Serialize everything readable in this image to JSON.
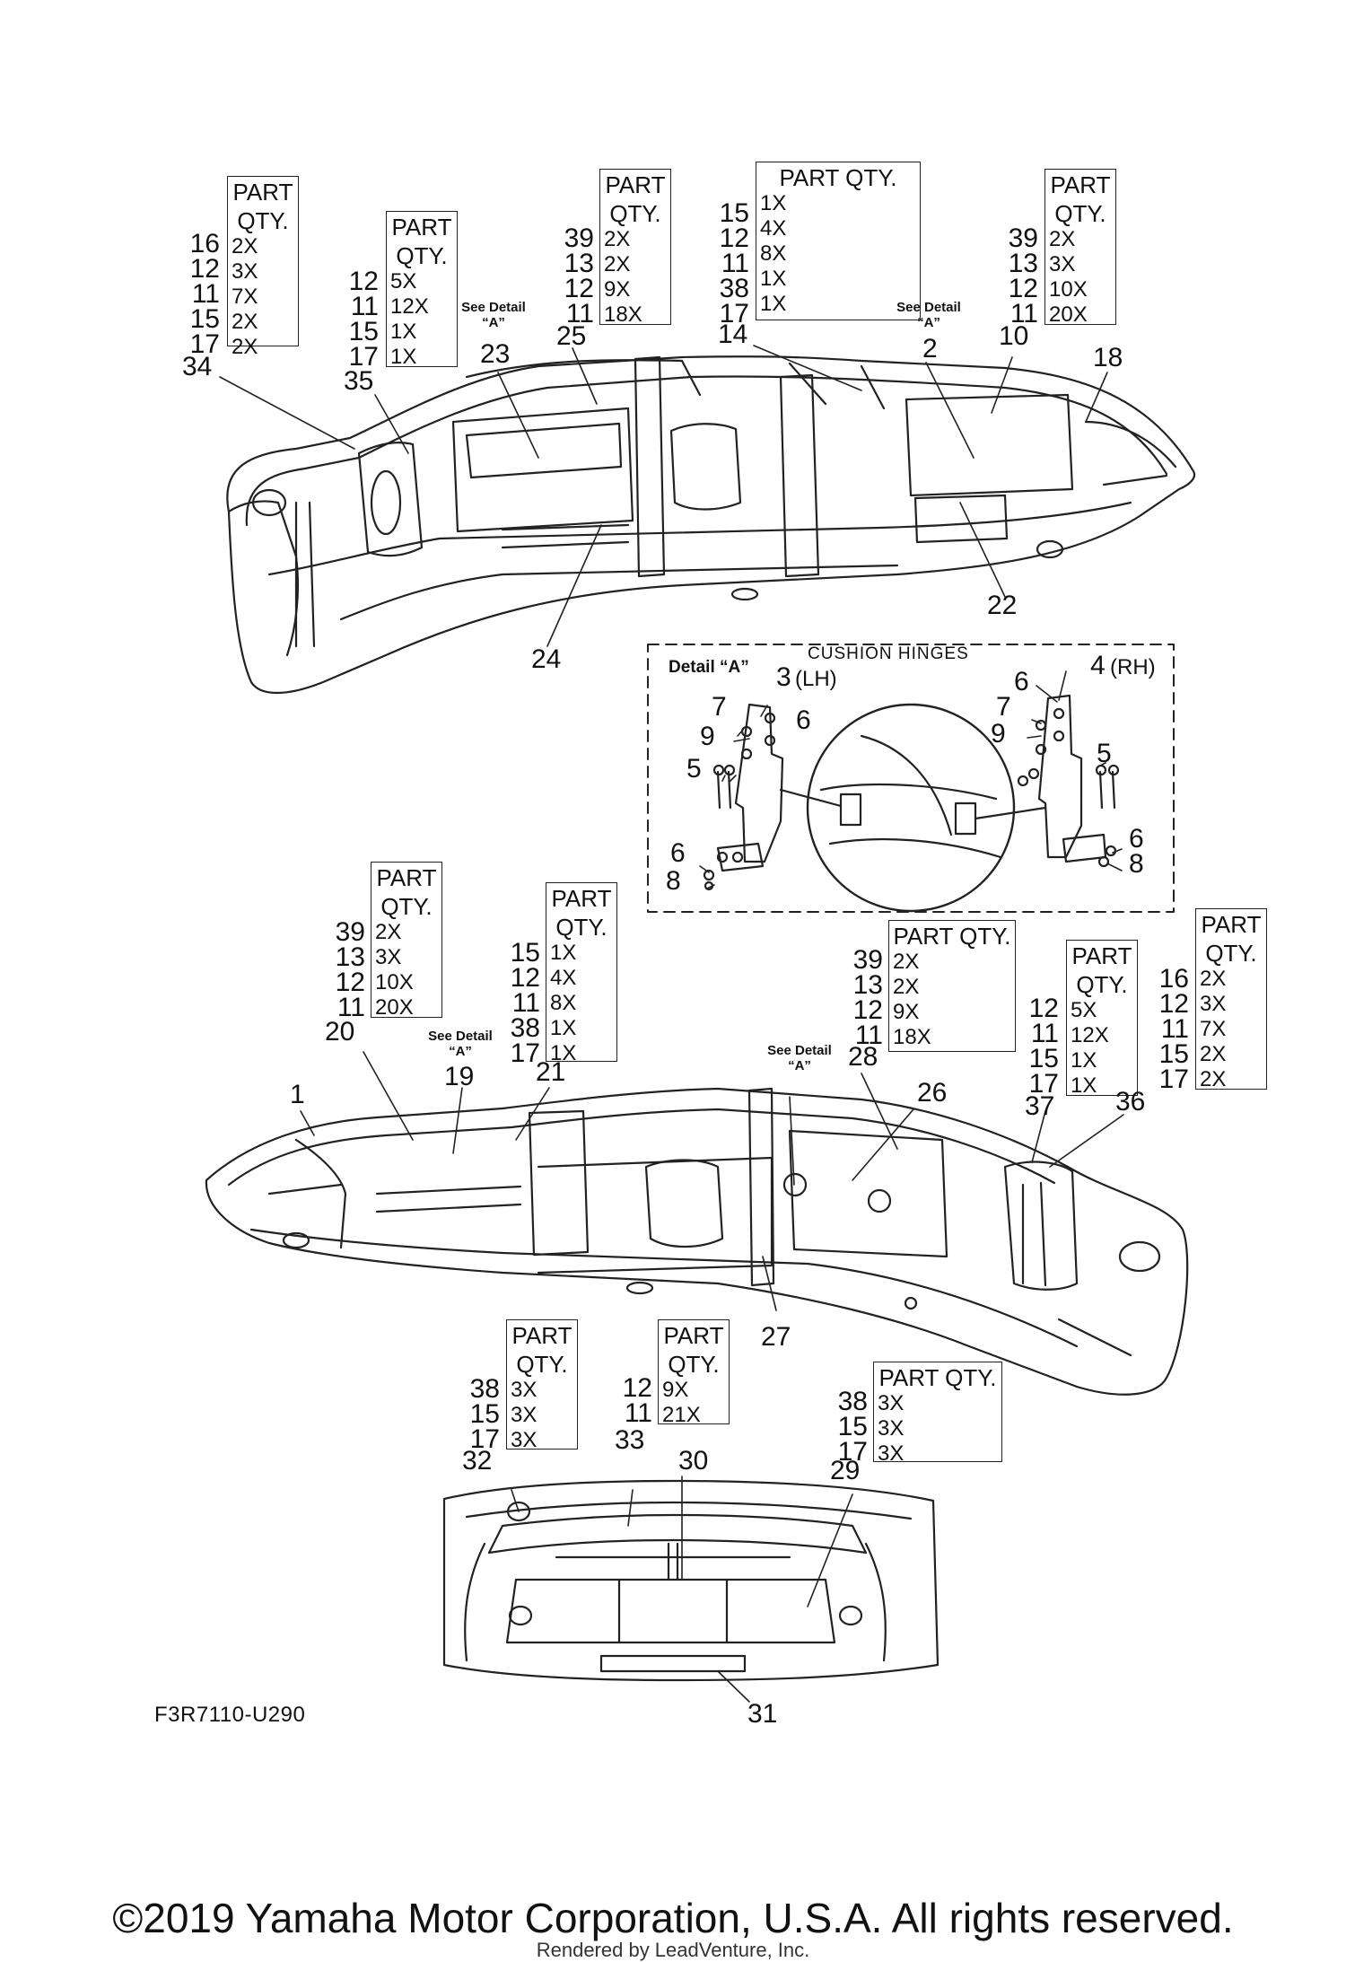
{
  "boxes": [
    {
      "id": "b1",
      "header": [
        "PART",
        "QTY."
      ],
      "refs": [
        "16",
        "12",
        "11",
        "15",
        "17"
      ],
      "qty": [
        "2X",
        "3X",
        "7X",
        "2X",
        "2X"
      ]
    },
    {
      "id": "b2",
      "header": [
        "PART",
        "QTY."
      ],
      "refs": [
        "12",
        "11",
        "15",
        "17"
      ],
      "qty": [
        "5X",
        "12X",
        "1X",
        "1X"
      ]
    },
    {
      "id": "b3",
      "header": [
        "PART",
        "QTY."
      ],
      "refs": [
        "39",
        "13",
        "12",
        "11"
      ],
      "qty": [
        "2X",
        "2X",
        "9X",
        "18X"
      ]
    },
    {
      "id": "b4",
      "header": [
        "PART QTY."
      ],
      "refs": [
        "15",
        "12",
        "11",
        "38",
        "17"
      ],
      "qty": [
        "1X",
        "4X",
        "8X",
        "1X",
        "1X"
      ]
    },
    {
      "id": "b5",
      "header": [
        "PART",
        "QTY."
      ],
      "refs": [
        "39",
        "13",
        "12",
        "11"
      ],
      "qty": [
        "2X",
        "3X",
        "10X",
        "20X"
      ]
    },
    {
      "id": "b6",
      "header": [
        "PART",
        "QTY."
      ],
      "refs": [
        "39",
        "13",
        "12",
        "11"
      ],
      "qty": [
        "2X",
        "3X",
        "10X",
        "20X"
      ]
    },
    {
      "id": "b7",
      "header": [
        "PART",
        "QTY."
      ],
      "refs": [
        "15",
        "12",
        "11",
        "38",
        "17"
      ],
      "qty": [
        "1X",
        "4X",
        "8X",
        "1X",
        "1X"
      ]
    },
    {
      "id": "b8",
      "header": [
        "PART QTY."
      ],
      "refs": [
        "39",
        "13",
        "12",
        "11"
      ],
      "qty": [
        "2X",
        "2X",
        "9X",
        "18X"
      ]
    },
    {
      "id": "b9",
      "header": [
        "PART",
        "QTY."
      ],
      "refs": [
        "12",
        "11",
        "15",
        "17"
      ],
      "qty": [
        "5X",
        "12X",
        "1X",
        "1X"
      ]
    },
    {
      "id": "b10",
      "header": [
        "PART",
        "QTY."
      ],
      "refs": [
        "16",
        "12",
        "11",
        "15",
        "17"
      ],
      "qty": [
        "2X",
        "3X",
        "7X",
        "2X",
        "2X"
      ]
    },
    {
      "id": "b11",
      "header": [
        "PART",
        "QTY."
      ],
      "refs": [
        "38",
        "15",
        "17"
      ],
      "qty": [
        "3X",
        "3X",
        "3X"
      ]
    },
    {
      "id": "b12",
      "header": [
        "PART",
        "QTY."
      ],
      "refs": [
        "12",
        "11"
      ],
      "qty": [
        "9X",
        "21X"
      ]
    },
    {
      "id": "b13",
      "header": [
        "PART QTY."
      ],
      "refs": [
        "38",
        "15",
        "17"
      ],
      "qty": [
        "3X",
        "3X",
        "3X"
      ]
    }
  ],
  "callouts": [
    {
      "id": "c34",
      "text": "34"
    },
    {
      "id": "c35",
      "text": "35"
    },
    {
      "id": "c23",
      "text": "23"
    },
    {
      "id": "c25",
      "text": "25"
    },
    {
      "id": "c14",
      "text": "14"
    },
    {
      "id": "c2",
      "text": "2"
    },
    {
      "id": "c10",
      "text": "10"
    },
    {
      "id": "c18",
      "text": "18"
    },
    {
      "id": "c22",
      "text": "22"
    },
    {
      "id": "c24",
      "text": "24"
    },
    {
      "id": "c3",
      "text": "3"
    },
    {
      "id": "c3s",
      "text": "(LH)"
    },
    {
      "id": "c4",
      "text": "4"
    },
    {
      "id": "c4s",
      "text": "(RH)"
    },
    {
      "id": "d7a",
      "text": "7"
    },
    {
      "id": "d9a",
      "text": "9"
    },
    {
      "id": "d6a",
      "text": "6"
    },
    {
      "id": "d5a",
      "text": "5"
    },
    {
      "id": "d6b",
      "text": "6"
    },
    {
      "id": "d8a",
      "text": "8"
    },
    {
      "id": "d6c",
      "text": "6"
    },
    {
      "id": "d7b",
      "text": "7"
    },
    {
      "id": "d9b",
      "text": "9"
    },
    {
      "id": "d5b",
      "text": "5"
    },
    {
      "id": "d6d",
      "text": "6"
    },
    {
      "id": "d8b",
      "text": "8"
    },
    {
      "id": "c20",
      "text": "20"
    },
    {
      "id": "c19",
      "text": "19"
    },
    {
      "id": "c21",
      "text": "21"
    },
    {
      "id": "c1",
      "text": "1"
    },
    {
      "id": "c28",
      "text": "28"
    },
    {
      "id": "c26",
      "text": "26"
    },
    {
      "id": "c37",
      "text": "37"
    },
    {
      "id": "c36",
      "text": "36"
    },
    {
      "id": "c27",
      "text": "27"
    },
    {
      "id": "c32",
      "text": "32"
    },
    {
      "id": "c33",
      "text": "33"
    },
    {
      "id": "c30",
      "text": "30"
    },
    {
      "id": "c29",
      "text": "29"
    },
    {
      "id": "c31",
      "text": "31"
    }
  ],
  "see_detail": {
    "line1": "See Detail",
    "line2": "“A”"
  },
  "detail": {
    "title": "Detail “A”",
    "subtitle": "CUSHION HINGES"
  },
  "diagram_code": "F3R7110-U290",
  "copyright": "©2019 Yamaha Motor Corporation, U.S.A. All rights reserved.",
  "rendered_by": "Rendered by LeadVenture, Inc."
}
